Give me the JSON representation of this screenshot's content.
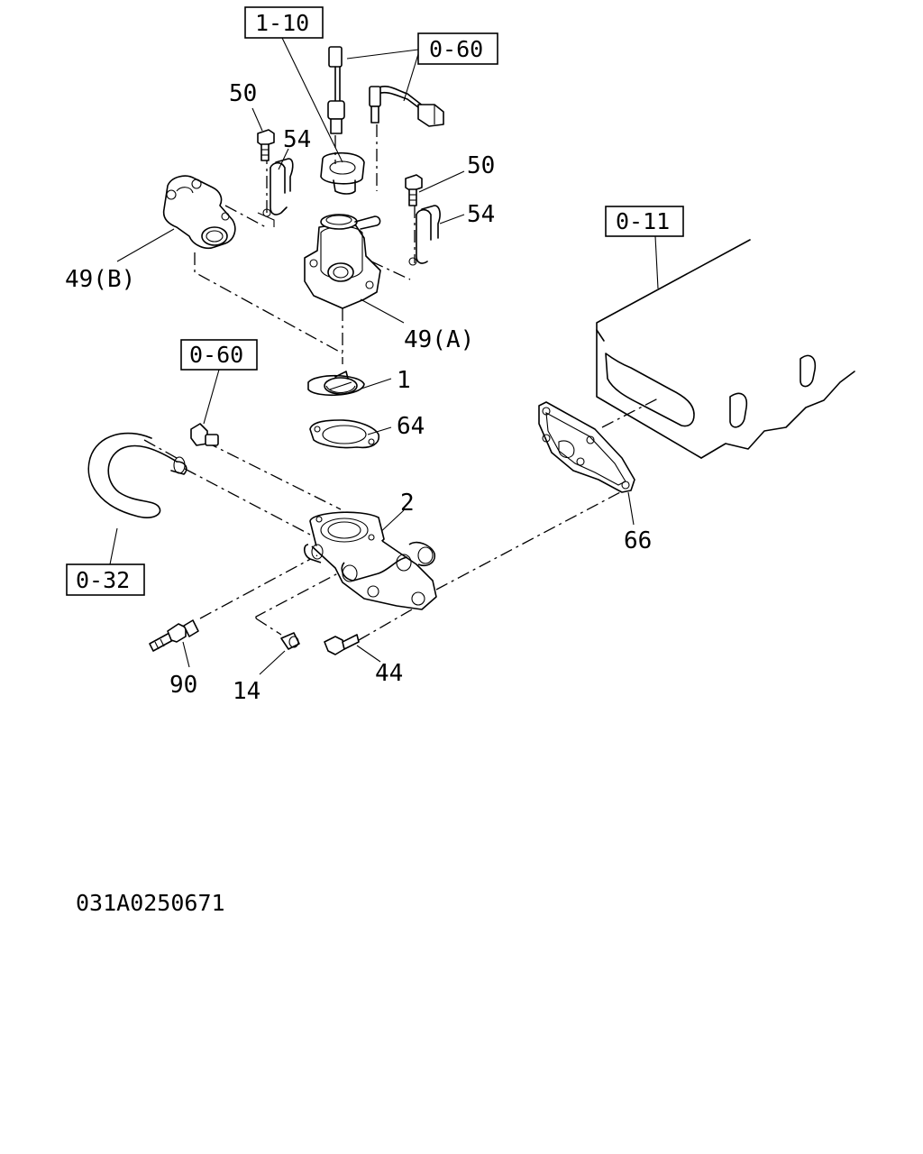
{
  "references": {
    "ref_1_10": "1-10",
    "ref_0_60_top": "0-60",
    "ref_0_60_mid": "0-60",
    "ref_0_11": "0-11",
    "ref_0_32": "0-32"
  },
  "callouts": {
    "c50_left": "50",
    "c54_left": "54",
    "c50_right": "50",
    "c54_right": "54",
    "c49b": "49(B)",
    "c49a": "49(A)",
    "c1": "1",
    "c64": "64",
    "c2": "2",
    "c66": "66",
    "c90": "90",
    "c14": "14",
    "c44": "44"
  },
  "drawing_code": "031A0250671"
}
